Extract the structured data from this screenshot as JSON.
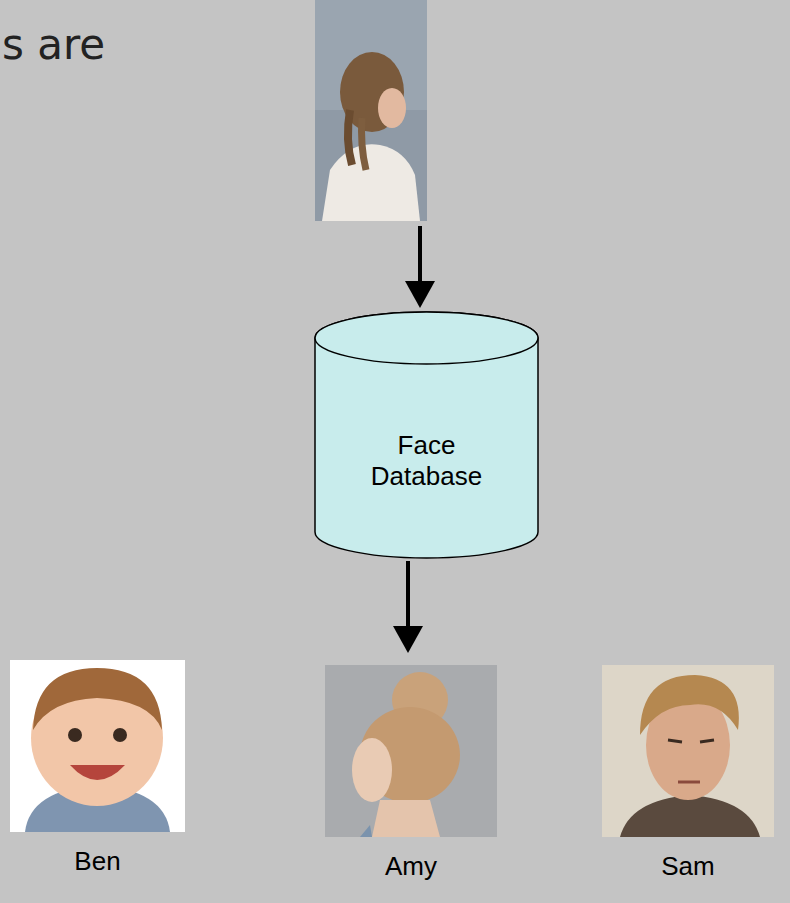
{
  "diagram": {
    "nodes": [
      {
        "text": [
          "Face Database"
        ]
      },
      {
        "text": [
          "Ben"
        ]
      },
      {
        "text": [
          "Amy"
        ]
      },
      {
        "text": [
          "Sam"
        ]
      }
    ],
    "edges": [
      {
        "from": 0,
        "to": 2,
        "arrow": "to"
      }
    ],
    "labels": [
      "s are"
    ]
  }
}
